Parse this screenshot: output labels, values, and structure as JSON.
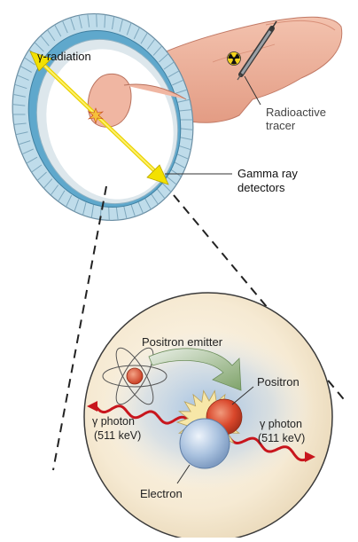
{
  "labels": {
    "gamma_radiation": "γ-radiation",
    "tracer_line1": "Radioactive",
    "tracer_line2": "tracer",
    "detectors_line1": "Gamma ray",
    "detectors_line2": "detectors",
    "positron_emitter": "Positron emitter",
    "positron": "Positron",
    "photon_left_line1": "γ photon",
    "photon_left_line2": "(511 keV)",
    "photon_right_line1": "γ photon",
    "photon_right_line2": "(511 keV)",
    "electron": "Electron"
  },
  "colors": {
    "ring_face": "#a9d3e6",
    "ring_inner": "#6fb3d2",
    "gamma_arrow": "#f3e100",
    "photon_wave": "#c8161d",
    "positron": "#d84a2e",
    "electron": "#b8cde6",
    "skin": "#f0b6a2",
    "bubble": "#f7ead2"
  }
}
